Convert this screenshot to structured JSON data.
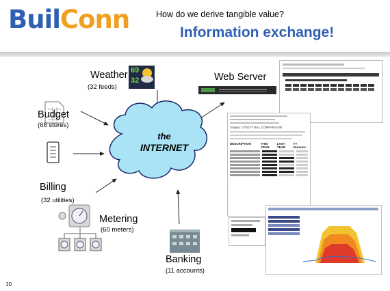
{
  "header": {
    "logo_part1": "Buil",
    "logo_part2": "Conn",
    "subtitle": "How do we derive tangible value?",
    "title": "Information exchange!"
  },
  "center": {
    "line1": "the",
    "line2": "INTERNET"
  },
  "nodes": {
    "weather": {
      "label": "Weather",
      "detail": "(32 feeds)",
      "icon_text_top": "69",
      "icon_text_bottom": "32"
    },
    "web_server": {
      "label": "Web Server"
    },
    "budget": {
      "label": "Budget",
      "detail": "(68 stores)"
    },
    "billing": {
      "label": "Billing",
      "detail": "(32 utilities)"
    },
    "metering": {
      "label": "Metering",
      "detail": "(60 meters)"
    },
    "banking": {
      "label": "Banking",
      "detail": "(11 accounts)"
    }
  },
  "table": {
    "headers": [
      "DESCRIPTION",
      "THIS YEAR",
      "LAST YEAR",
      "YY Variance"
    ],
    "subject": "Subject: UTILITY BILL COMPARISON"
  },
  "slide_number": "10",
  "colors": {
    "brand_blue": "#2f5fb3",
    "brand_orange": "#f0a020",
    "cloud": "#a9e3f5"
  }
}
